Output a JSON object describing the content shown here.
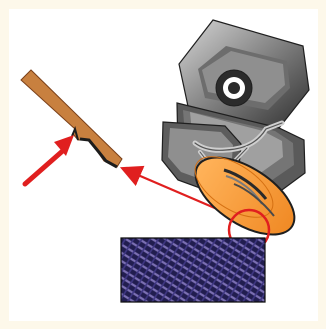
{
  "illustration": {
    "subject": "angle-grinder-blade-repair",
    "elements": [
      "grinder-icon",
      "blade-cross-section",
      "material-block",
      "highlight-circle",
      "arrow-icon"
    ]
  },
  "colors": {
    "background": "#fdf8ea",
    "panel": "#ffffff",
    "grinder_body": "#5a5a5a",
    "grinder_highlight": "#b9b9b9",
    "disc": "#f59a3a",
    "blade_metal": "#c8803f",
    "material": "#241f55",
    "accent_red": "#e01f1f"
  }
}
